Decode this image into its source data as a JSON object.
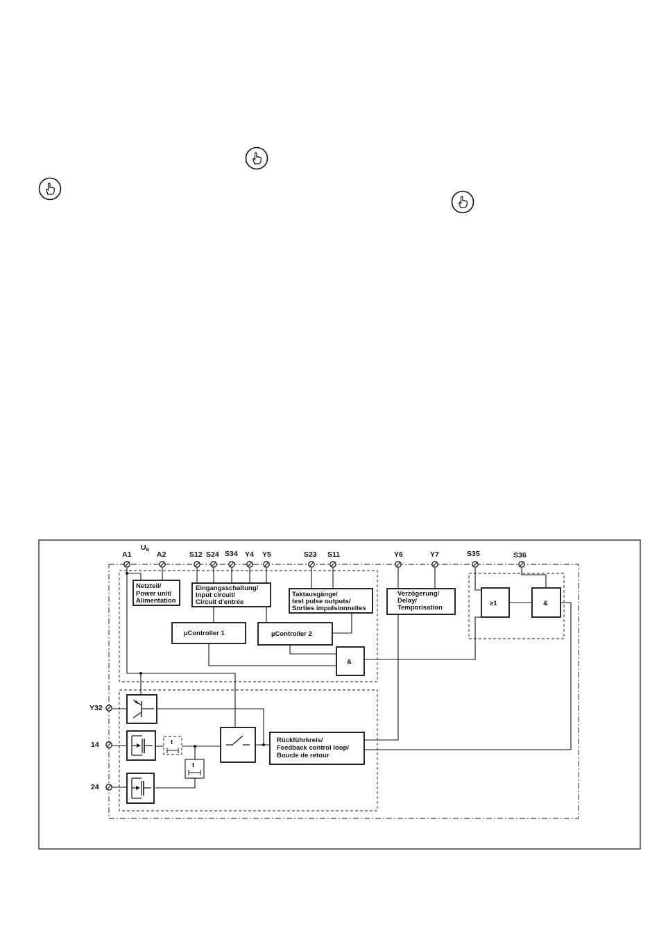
{
  "icons": [
    "hand-pointer-icon",
    "hand-pointer-icon",
    "hand-pointer-icon"
  ],
  "terminals": {
    "ub": "U",
    "ub_sub": "B",
    "a1": "A1",
    "a2": "A2",
    "s12": "S12",
    "s24": "S24",
    "s34": "S34",
    "y4": "Y4",
    "y5": "Y5",
    "s23": "S23",
    "s11": "S11",
    "y6": "Y6",
    "y7": "Y7",
    "s35": "S35",
    "s36": "S36",
    "y32": "Y32",
    "t14": "14",
    "t24": "24"
  },
  "blocks": {
    "power": [
      "Netzteil/",
      "Power unit/",
      "Alimentation"
    ],
    "input": [
      "Eingangsschaltung/",
      "Input circuit/",
      "Circuit d'entrée"
    ],
    "pulse": [
      "Taktausgänge/",
      "test pulse outputs/",
      "Sorties impulsionnelles"
    ],
    "delay": [
      "Verzögerung/",
      "Delay/",
      "Temporisation"
    ],
    "mc1": "µController 1",
    "mc2": "µController 2",
    "and1": "&",
    "and2": "&",
    "or_sym": "≥1",
    "feedback": [
      "Rückführkreis/",
      "Feedback control loop/",
      "Boucle de retour"
    ],
    "timer1": "t",
    "timer2": "t"
  }
}
